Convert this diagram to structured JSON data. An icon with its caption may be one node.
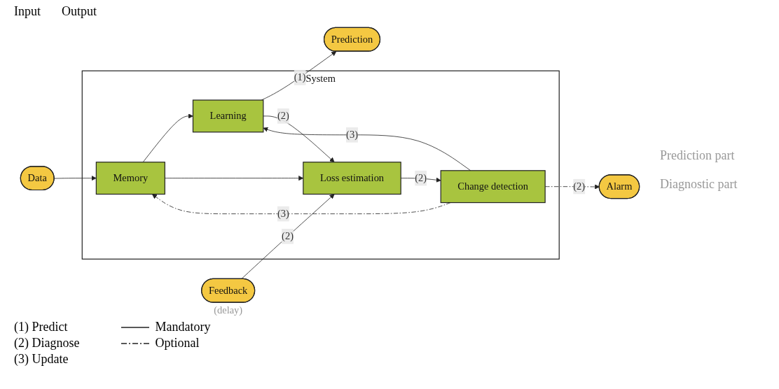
{
  "diagram": {
    "nodes": [
      {
        "text": [
          "Data"
        ]
      },
      {
        "text": [
          "Feedback"
        ],
        "beside": [
          "(delay)"
        ]
      },
      {
        "text": [
          "System"
        ]
      },
      {
        "text": [
          "Memory"
        ],
        "in": 2
      },
      {
        "text": [
          "Learning"
        ],
        "in": 2
      },
      {
        "text": [
          "Loss estimation"
        ],
        "in": 2
      },
      {
        "text": [
          "Change detection"
        ],
        "in": 2
      },
      {
        "text": [
          "Prediction"
        ]
      },
      {
        "text": [
          "Alarm"
        ]
      }
    ],
    "edges": [
      {
        "from": 0,
        "to": 3,
        "arrow": "to"
      },
      {
        "from": 3,
        "to": 4,
        "arrow": "to"
      },
      {
        "from": 4,
        "to": 7,
        "arrow": "to",
        "label": "(1)"
      },
      {
        "from": 4,
        "to": 5,
        "arrow": "to",
        "label": "(2)"
      },
      {
        "from": 1,
        "to": 5,
        "arrow": "to",
        "label": "(2)"
      },
      {
        "from": 3,
        "to": 5,
        "arrow": "to"
      },
      {
        "from": 5,
        "to": 6,
        "arrow": "to",
        "label": "(2)"
      },
      {
        "from": 6,
        "to": 4,
        "arrow": "to",
        "label": "(3)"
      },
      {
        "from": 6,
        "to": 3,
        "arrow": "to",
        "label": "(3)",
        "style": "dashed"
      },
      {
        "from": 6,
        "to": 8,
        "arrow": "to",
        "label": "(2)",
        "style": "dashed"
      }
    ],
    "labels": [
      "Input",
      "Output",
      "Prediction part",
      "Diagnostic part",
      "(1) Predict",
      "(2) Diagnose",
      "(3) Update"
    ],
    "legend": [
      {
        "text": "Mandatory"
      },
      {
        "text": "Optional"
      }
    ]
  }
}
